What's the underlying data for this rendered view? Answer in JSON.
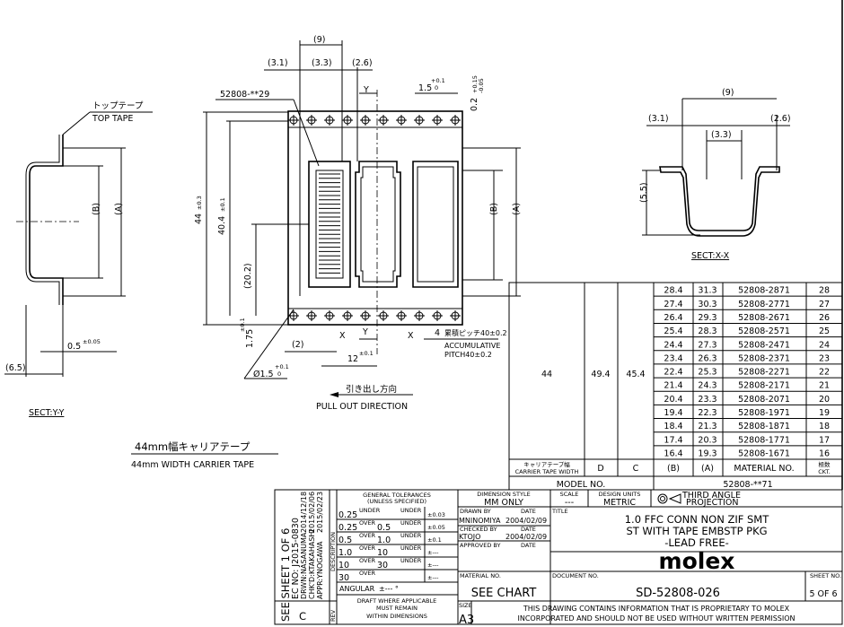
{
  "section_yy": {
    "top_tape_jp": "トップテープ",
    "top_tape": "TOP TAPE",
    "b": "(B)",
    "a": "(A)",
    "thickness": "0.5",
    "thickness_tol": "±0.05",
    "width": "(6.5)",
    "label": "SECT:Y-Y"
  },
  "plan_view": {
    "dim_9": "(9)",
    "dim_3_1": "(3.1)",
    "dim_3_3": "(3.3)",
    "dim_2_6": "(2.6)",
    "part_ref": "52808-**29",
    "y_mark": "Y",
    "x_mark": "X",
    "hole_pitch": "1.5",
    "hole_pitch_tol_plus": "+0.1",
    "hole_pitch_tol_minus": "0",
    "tape_thk": "0.2",
    "tape_thk_tol_plus": "+0.15",
    "tape_thk_tol_minus": "-0.05",
    "dim_44": "44",
    "dim_44_tol": "±0.3",
    "dim_40_4": "40.4",
    "dim_40_4_tol": "±0.1",
    "dim_20_2": "(20.2)",
    "dim_1_75": "1.75",
    "dim_1_75_tol": "±0.1",
    "b": "(B)",
    "a": "(A)",
    "dim_2": "(2)",
    "dim_12": "12",
    "dim_12_tol": "±0.1",
    "hole_dia": "Ø1.5",
    "hole_dia_tol_plus": "+0.1",
    "hole_dia_tol_minus": "0",
    "dim_4": "4",
    "acc_pitch_jp": "累積ピッチ40±0.2",
    "acc_pitch_1": "ACCUMULATIVE",
    "acc_pitch_2": "PITCH40±0.2",
    "pull_jp": "引き出し方向",
    "pull": "PULL OUT DIRECTION"
  },
  "section_xx": {
    "dim_9": "(9)",
    "dim_3_1": "(3.1)",
    "dim_3_3": "(3.3)",
    "dim_2_6": "(2.6)",
    "dim_5_5": "(5.5)",
    "label": "SECT:X-X"
  },
  "carrier_caption": {
    "jp": "44mm幅キャリアテープ",
    "en": "44mm WIDTH CARRIER TAPE"
  },
  "chart": {
    "tape_width": "44",
    "d": "49.4",
    "c": "45.4",
    "rows": [
      [
        "28.4",
        "31.3",
        "52808-2871",
        "28"
      ],
      [
        "27.4",
        "30.3",
        "52808-2771",
        "27"
      ],
      [
        "26.4",
        "29.3",
        "52808-2671",
        "26"
      ],
      [
        "25.4",
        "28.3",
        "52808-2571",
        "25"
      ],
      [
        "24.4",
        "27.3",
        "52808-2471",
        "24"
      ],
      [
        "23.4",
        "26.3",
        "52808-2371",
        "23"
      ],
      [
        "22.4",
        "25.3",
        "52808-2271",
        "22"
      ],
      [
        "21.4",
        "24.3",
        "52808-2171",
        "21"
      ],
      [
        "20.4",
        "23.3",
        "52808-2071",
        "20"
      ],
      [
        "19.4",
        "22.3",
        "52808-1971",
        "19"
      ],
      [
        "18.4",
        "21.3",
        "52808-1871",
        "18"
      ],
      [
        "17.4",
        "20.3",
        "52808-1771",
        "17"
      ],
      [
        "16.4",
        "19.3",
        "52808-1671",
        "16"
      ]
    ],
    "headers": {
      "tape_jp": "キャリアテープ幅",
      "tape_en": "CARRIER TAPE WIDTH",
      "d": "D",
      "c": "C",
      "b": "(B)",
      "a": "(A)",
      "material": "MATERIAL NO.",
      "ckt_jp": "極数",
      "ckt": "CKT."
    },
    "model_label": "MODEL NO.",
    "model_value": "52808-**71"
  },
  "title_block": {
    "revision": {
      "see_sheet": "SEE SHEET 1 OF 6",
      "ec_no": "EC NO: J2015-0830",
      "drwn": "DRWN:NASANUMA",
      "chkd": "CHK'D:KTAKAHASHI",
      "appr": "APPR:YNOGAWA",
      "date1": "2014/12/18",
      "date2": "2015/02/06",
      "date3": "2015/02/23",
      "rev": "C",
      "description_label": "DESCRIPTION",
      "rev_label": "REV"
    },
    "tolerances": {
      "title1": "GENERAL TOLERANCES",
      "title2": "(UNLESS SPECIFIED)",
      "rows": [
        {
          "a": "0.25",
          "k1": "UNDER",
          "b": "",
          "k2": "UNDER",
          "tol": "±0.03"
        },
        {
          "a": "0.25",
          "k1": "OVER",
          "b": "0.5",
          "k2": "UNDER",
          "tol": "±0.05"
        },
        {
          "a": "0.5",
          "k1": "OVER",
          "b": "1.0",
          "k2": "UNDER",
          "tol": "±0.1"
        },
        {
          "a": "1.0",
          "k1": "OVER",
          "b": "10",
          "k2": "UNDER",
          "tol": "±---"
        },
        {
          "a": "10",
          "k1": "OVER",
          "b": "30",
          "k2": "UNDER",
          "tol": "±---"
        },
        {
          "a": "30",
          "k1": "OVER",
          "b": "",
          "k2": "",
          "tol": "±---"
        }
      ],
      "angular": "ANGULAR",
      "angular_tol": "±--- °",
      "draft1": "DRAFT WHERE APPLICABLE",
      "draft2": "MUST REMAIN",
      "draft3": "WITHIN DIMENSIONS"
    },
    "dimension_style_label": "DIMENSION STYLE",
    "dimension_style": "MM ONLY",
    "scale_label": "SCALE",
    "scale": "---",
    "design_units_label": "DESIGN UNITS",
    "design_units": "METRIC",
    "projection1": "THIRD ANGLE",
    "projection2": "PROJECTION",
    "drawn_by_label": "DRAWN BY",
    "drawn_by": "MNINOMIYA",
    "drawn_date": "2004/02/09",
    "checked_by_label": "CHECKED BY",
    "checked_by": "KTOJO",
    "checked_date": "2004/02/09",
    "approved_by_label": "APPROVED BY",
    "date_label": "DATE",
    "title_label": "TITLE",
    "title1": "1.0 FFC CONN NON ZIF SMT",
    "title2": "ST WITH TAPE EMBSTP PKG",
    "title3": "-LEAD FREE-",
    "logo": "molex",
    "material_label": "MATERIAL NO.",
    "material": "SEE CHART",
    "document_label": "DOCUMENT NO.",
    "document": "SD-52808-026",
    "sheet_label": "SHEET NO.",
    "sheet": "5 OF 6",
    "size_label": "SIZE",
    "size": "A3",
    "notice1": "THIS DRAWING CONTAINS INFORMATION THAT IS PROPRIETARY TO MOLEX",
    "notice2": "INCORPORATED AND SHOULD NOT BE USED WITHOUT WRITTEN PERMISSION"
  }
}
